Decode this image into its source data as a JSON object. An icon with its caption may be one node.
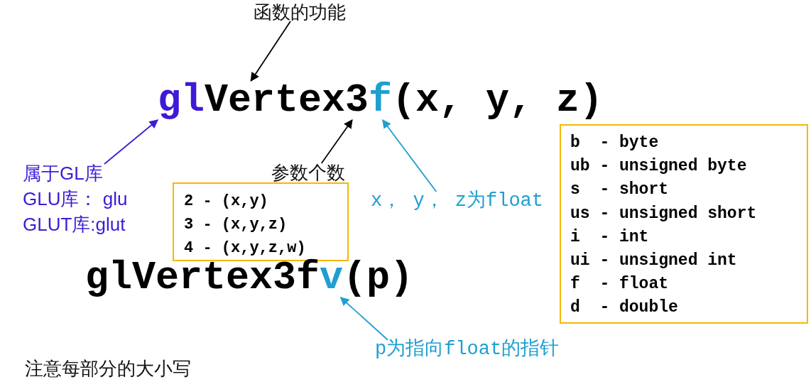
{
  "diagram": {
    "nodes": [
      {
        "text": [
          "函数的功能"
        ]
      },
      {
        "text": [
          "gl"
        ]
      },
      {
        "text": [
          "Vertex"
        ]
      },
      {
        "text": [
          "3"
        ]
      },
      {
        "text": [
          "f"
        ]
      },
      {
        "text": [
          "(x, y, z)"
        ]
      },
      {
        "text": [
          "属于GL库",
          "GLU库： glu",
          "GLUT库:glut"
        ]
      },
      {
        "text": [
          "参数个数"
        ]
      },
      {
        "text": [
          "2 - (x,y)",
          "3 - (x,y,z)",
          "4 - (x,y,z,w)"
        ]
      },
      {
        "text": [
          "x， y， z为float"
        ]
      },
      {
        "text": [
          "b  - byte",
          "ub - unsigned byte",
          "s  - short",
          "us - unsigned short",
          "i  - int",
          "ui - unsigned int",
          "f  - float",
          "d  - double"
        ]
      },
      {
        "text": [
          "glVertex3f"
        ]
      },
      {
        "text": [
          "v"
        ]
      },
      {
        "text": [
          "(p)"
        ]
      },
      {
        "text": [
          "p为指向float的指针"
        ]
      }
    ],
    "edges": [
      {
        "from": 0,
        "to": 2,
        "arrow": "to",
        "color": "#000000"
      },
      {
        "from": 6,
        "to": 1,
        "arrow": "to",
        "color": "#3f1ad6"
      },
      {
        "from": 7,
        "to": 3,
        "arrow": "to",
        "color": "#000000"
      },
      {
        "from": 9,
        "to": 4,
        "arrow": "to",
        "color": "#1e9fd0"
      },
      {
        "from": 14,
        "to": 12,
        "arrow": "to",
        "color": "#1e9fd0"
      }
    ],
    "labels": [
      "注意每部分的大小写"
    ]
  }
}
